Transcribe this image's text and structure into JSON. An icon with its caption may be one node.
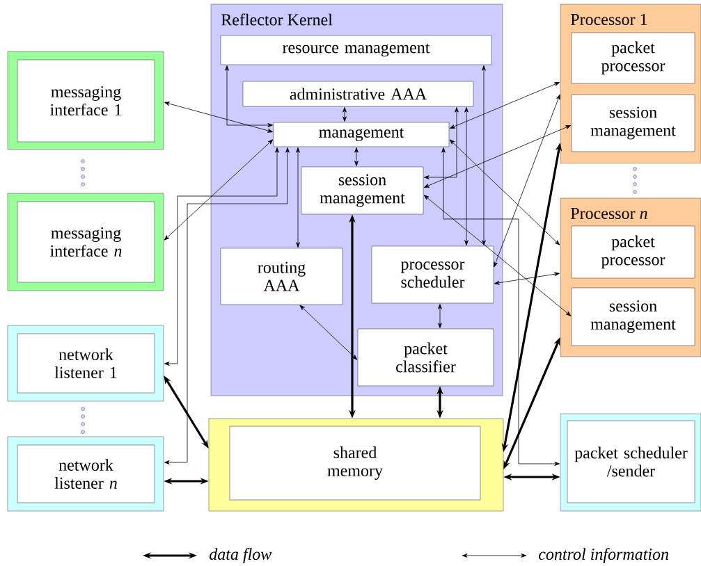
{
  "diagram": {
    "nodes": [
      {
        "text": [
          "Reflector Kernel"
        ]
      },
      {
        "text": [
          "resource management"
        ],
        "in": 0
      },
      {
        "text": [
          "administrative AAA"
        ],
        "in": 0
      },
      {
        "text": [
          "management"
        ],
        "in": 0
      },
      {
        "text": [
          "session management"
        ],
        "in": 0
      },
      {
        "text": [
          "routing AAA"
        ],
        "in": 0
      },
      {
        "text": [
          "processor scheduler"
        ],
        "in": 0
      },
      {
        "text": [
          "packet classifier"
        ],
        "in": 0
      },
      {
        "text": [
          "messaging interface 1"
        ]
      },
      {
        "text": [
          "messaging interface *n*"
        ]
      },
      {
        "text": [
          "network listener 1"
        ]
      },
      {
        "text": [
          "network listener *n*"
        ]
      },
      {
        "text": [
          "Processor 1"
        ]
      },
      {
        "text": [
          "packet processor"
        ],
        "in": 12
      },
      {
        "text": [
          "session management"
        ],
        "in": 12
      },
      {
        "text": [
          "Processor *n*"
        ]
      },
      {
        "text": [
          "packet processor"
        ],
        "in": 15
      },
      {
        "text": [
          "session management"
        ],
        "in": 15
      },
      {
        "text": [
          "shared memory"
        ]
      },
      {
        "text": [
          "packet scheduler /sender"
        ]
      }
    ],
    "edges": [
      {
        "from": 8,
        "to": 3,
        "arrow": "both"
      },
      {
        "from": 9,
        "to": 3,
        "arrow": "both"
      },
      {
        "from": 10,
        "to": 3,
        "arrow": "both"
      },
      {
        "from": 11,
        "to": 3,
        "arrow": "both"
      },
      {
        "from": 3,
        "to": 5,
        "arrow": "both"
      },
      {
        "from": 1,
        "to": 3,
        "arrow": "both"
      },
      {
        "from": 2,
        "to": 3,
        "arrow": "both"
      },
      {
        "from": 3,
        "to": 4,
        "arrow": "both"
      },
      {
        "from": 2,
        "to": 4,
        "arrow": "both"
      },
      {
        "from": 1,
        "to": 6,
        "arrow": "both"
      },
      {
        "from": 2,
        "to": 6,
        "arrow": "both"
      },
      {
        "from": 19,
        "to": 3,
        "arrow": "both"
      },
      {
        "from": 3,
        "to": 12,
        "arrow": "both"
      },
      {
        "from": 3,
        "to": 15,
        "arrow": "both"
      },
      {
        "from": 4,
        "to": 14,
        "arrow": "both"
      },
      {
        "from": 4,
        "to": 17,
        "arrow": "both"
      },
      {
        "from": 6,
        "to": 12,
        "arrow": "both"
      },
      {
        "from": 6,
        "to": 15,
        "arrow": "both"
      },
      {
        "from": 6,
        "to": 7,
        "arrow": "both"
      },
      {
        "from": 5,
        "to": 7,
        "arrow": "both"
      },
      {
        "from": 4,
        "to": 18,
        "arrow": "both",
        "style": "thick"
      },
      {
        "from": 7,
        "to": 18,
        "arrow": "both",
        "style": "thick"
      },
      {
        "from": 10,
        "to": 18,
        "arrow": "both",
        "style": "thick"
      },
      {
        "from": 11,
        "to": 18,
        "arrow": "both",
        "style": "thick"
      },
      {
        "from": 18,
        "to": 12,
        "arrow": "both",
        "style": "thick"
      },
      {
        "from": 18,
        "to": 15,
        "arrow": "both",
        "style": "thick"
      },
      {
        "from": 18,
        "to": 19,
        "arrow": "both",
        "style": "thick"
      }
    ],
    "legend": [
      {
        "text": "data flow"
      },
      {
        "text": "control information"
      }
    ]
  }
}
